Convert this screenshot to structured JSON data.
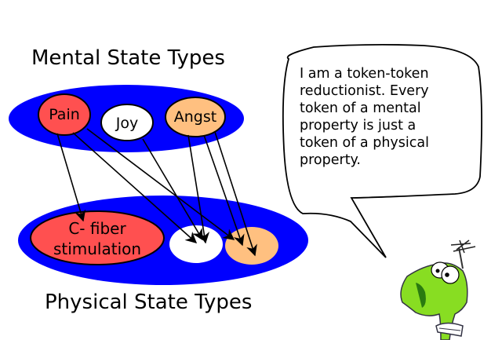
{
  "titles": {
    "mental": "Mental State Types",
    "physical": "Physical State Types"
  },
  "mental_states": [
    {
      "label": "Pain",
      "color": "#ff5050"
    },
    {
      "label": "Joy",
      "color": "#ffffff"
    },
    {
      "label": "Angst",
      "color": "#ffc080"
    }
  ],
  "physical_states": [
    {
      "label_line1": "C- fiber",
      "label_line2": "stimulation",
      "color": "#ff5050"
    },
    {
      "label": "",
      "color": "#ffffff"
    },
    {
      "label": "",
      "color": "#ffc080"
    }
  ],
  "mappings": [
    {
      "from": "Pain",
      "to": "C- fiber stimulation"
    },
    {
      "from": "Pain",
      "to": "physical-white"
    },
    {
      "from": "Pain",
      "to": "physical-orange"
    },
    {
      "from": "Joy",
      "to": "physical-white"
    },
    {
      "from": "Angst",
      "to": "physical-white"
    },
    {
      "from": "Angst",
      "to": "physical-orange"
    },
    {
      "from": "Angst",
      "to": "physical-orange"
    }
  ],
  "speech_bubble": {
    "lines": [
      "I am a token-token",
      "reductionist.  Every",
      "token of a mental",
      "property is just a",
      "token of a physical",
      "property."
    ]
  },
  "colors": {
    "group_fill": "#0000ff",
    "red": "#ff5050",
    "orange": "#ffc080",
    "character_green": "#88dd22"
  },
  "character": {
    "description": "green cartoon creature with antenna"
  }
}
